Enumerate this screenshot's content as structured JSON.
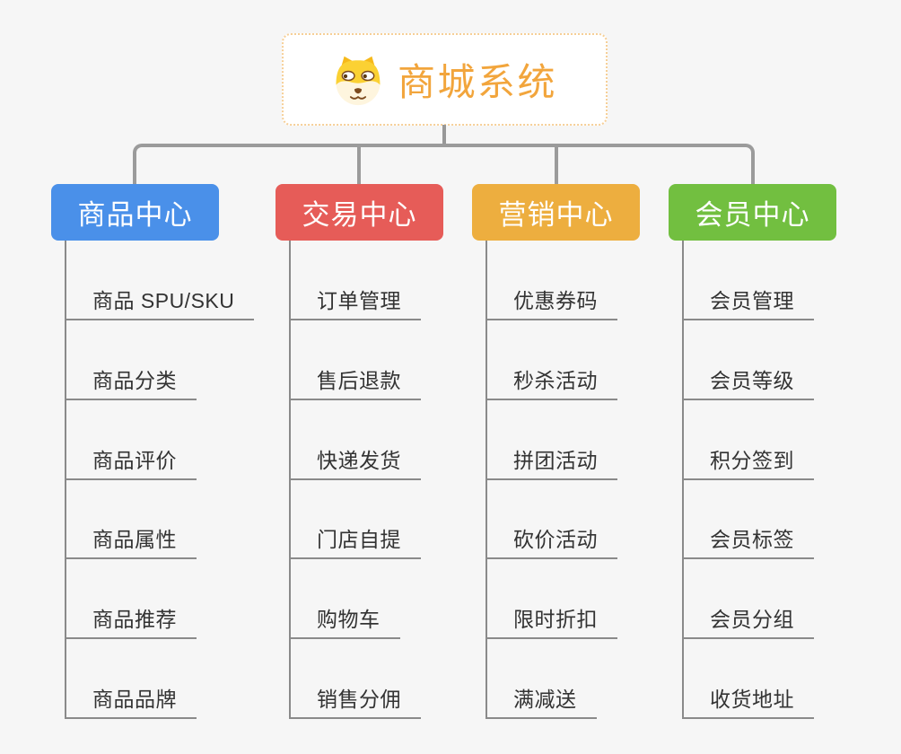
{
  "root": {
    "title": "商城系统",
    "icon": "dog-face-icon",
    "title_color": "#F2A53C",
    "border_color": "#F6CF97"
  },
  "branches": [
    {
      "label": "商品中心",
      "color": "#4A90E9",
      "children": [
        "商品 SPU/SKU",
        "商品分类",
        "商品评价",
        "商品属性",
        "商品推荐",
        "商品品牌"
      ]
    },
    {
      "label": "交易中心",
      "color": "#E65C58",
      "children": [
        "订单管理",
        "售后退款",
        "快递发货",
        "门店自提",
        "购物车",
        "销售分佣"
      ]
    },
    {
      "label": "营销中心",
      "color": "#EDAE3F",
      "children": [
        "优惠券码",
        "秒杀活动",
        "拼团活动",
        "砍价活动",
        "限时折扣",
        "满减送"
      ]
    },
    {
      "label": "会员中心",
      "color": "#72BF40",
      "children": [
        "会员管理",
        "会员等级",
        "积分签到",
        "会员标签",
        "会员分组",
        "收货地址"
      ]
    }
  ],
  "style": {
    "background": "#F6F6F6",
    "connector_color": "#9B9B9B",
    "branch_line_color": "#8A8A8A",
    "leaf_text_color": "#333333"
  }
}
